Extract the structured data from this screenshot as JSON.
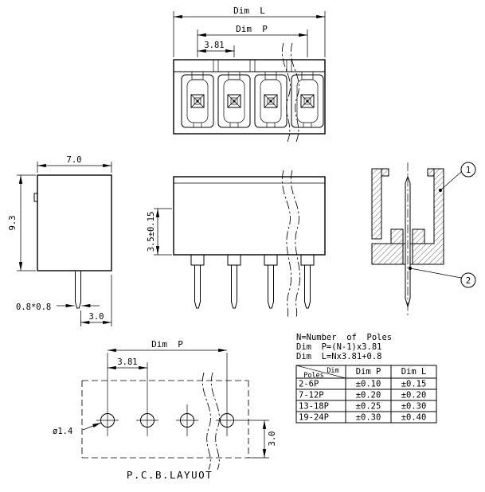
{
  "drawing": {
    "top_view": {
      "dim_l": "Dim  L",
      "dim_p": "Dim  P",
      "pitch": "3.81"
    },
    "side_view": {
      "width": "7.0",
      "height": "9.3",
      "pin_square": "0.8*0.8",
      "pin_edge_offset": "3.0"
    },
    "front_view": {
      "pin_standoff": "3.5±0.15"
    },
    "section_view": {
      "callout_1": "1",
      "callout_2": "2"
    },
    "pcb_layout": {
      "dim_p": "Dim  P",
      "pitch": "3.81",
      "hole_diameter": "ø1.4",
      "row_offset": "3.0",
      "caption": "P.C.B.LAYUOT"
    }
  },
  "notes": {
    "line1": "N=Number  of  Poles",
    "line2": "Dim  P=(N-1)x3.81",
    "line3": "Dim  L=Nx3.81+0.8"
  },
  "tolerance_table": {
    "corner": {
      "top": "Dim",
      "bottom": "Poles"
    },
    "columns": {
      "dim_p": "Dim P",
      "dim_l": "Dim L"
    },
    "rows": [
      {
        "poles": "2-6P",
        "dim_p": "±0.10",
        "dim_l": "±0.15"
      },
      {
        "poles": "7-12P",
        "dim_p": "±0.20",
        "dim_l": "±0.20"
      },
      {
        "poles": "13-18P",
        "dim_p": "±0.25",
        "dim_l": "±0.30"
      },
      {
        "poles": "19-24P",
        "dim_p": "±0.30",
        "dim_l": "±0.40"
      }
    ]
  }
}
